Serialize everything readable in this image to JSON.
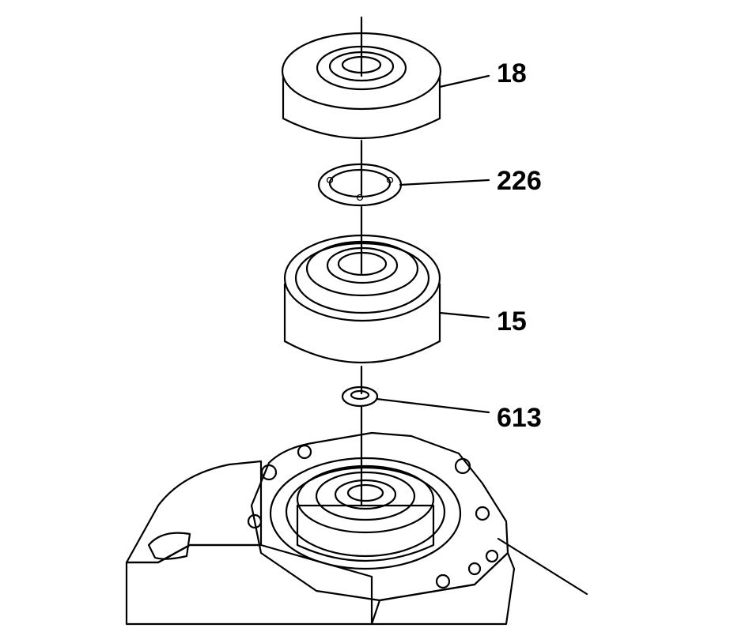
{
  "diagram": {
    "callouts": [
      {
        "id": "part-18",
        "label": "18"
      },
      {
        "id": "part-226",
        "label": "226"
      },
      {
        "id": "part-15",
        "label": "15"
      },
      {
        "id": "part-613",
        "label": "613"
      }
    ]
  }
}
